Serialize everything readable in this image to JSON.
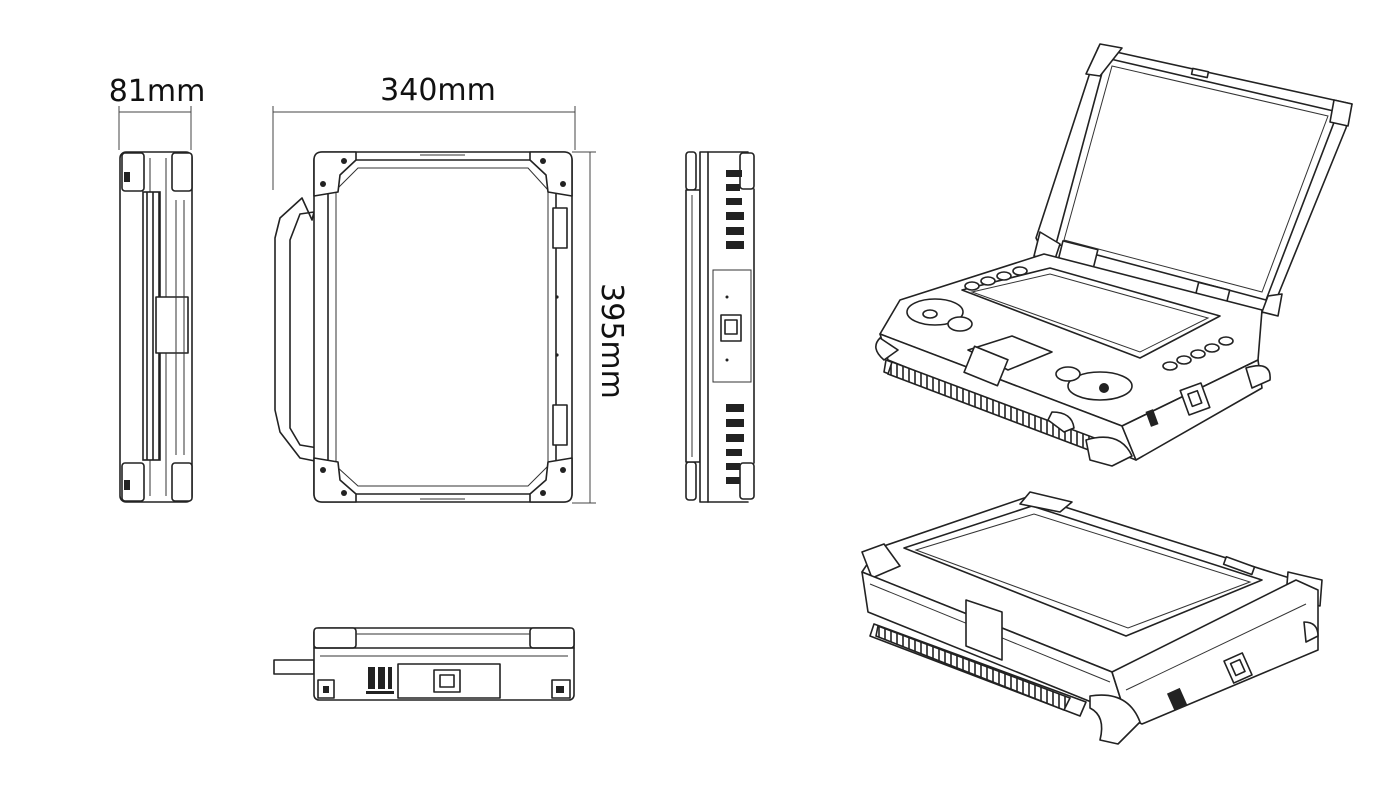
{
  "dimensions": {
    "depth": "81mm",
    "width": "340mm",
    "height": "395mm"
  },
  "colors": {
    "line": "#222222",
    "background": "#ffffff"
  }
}
